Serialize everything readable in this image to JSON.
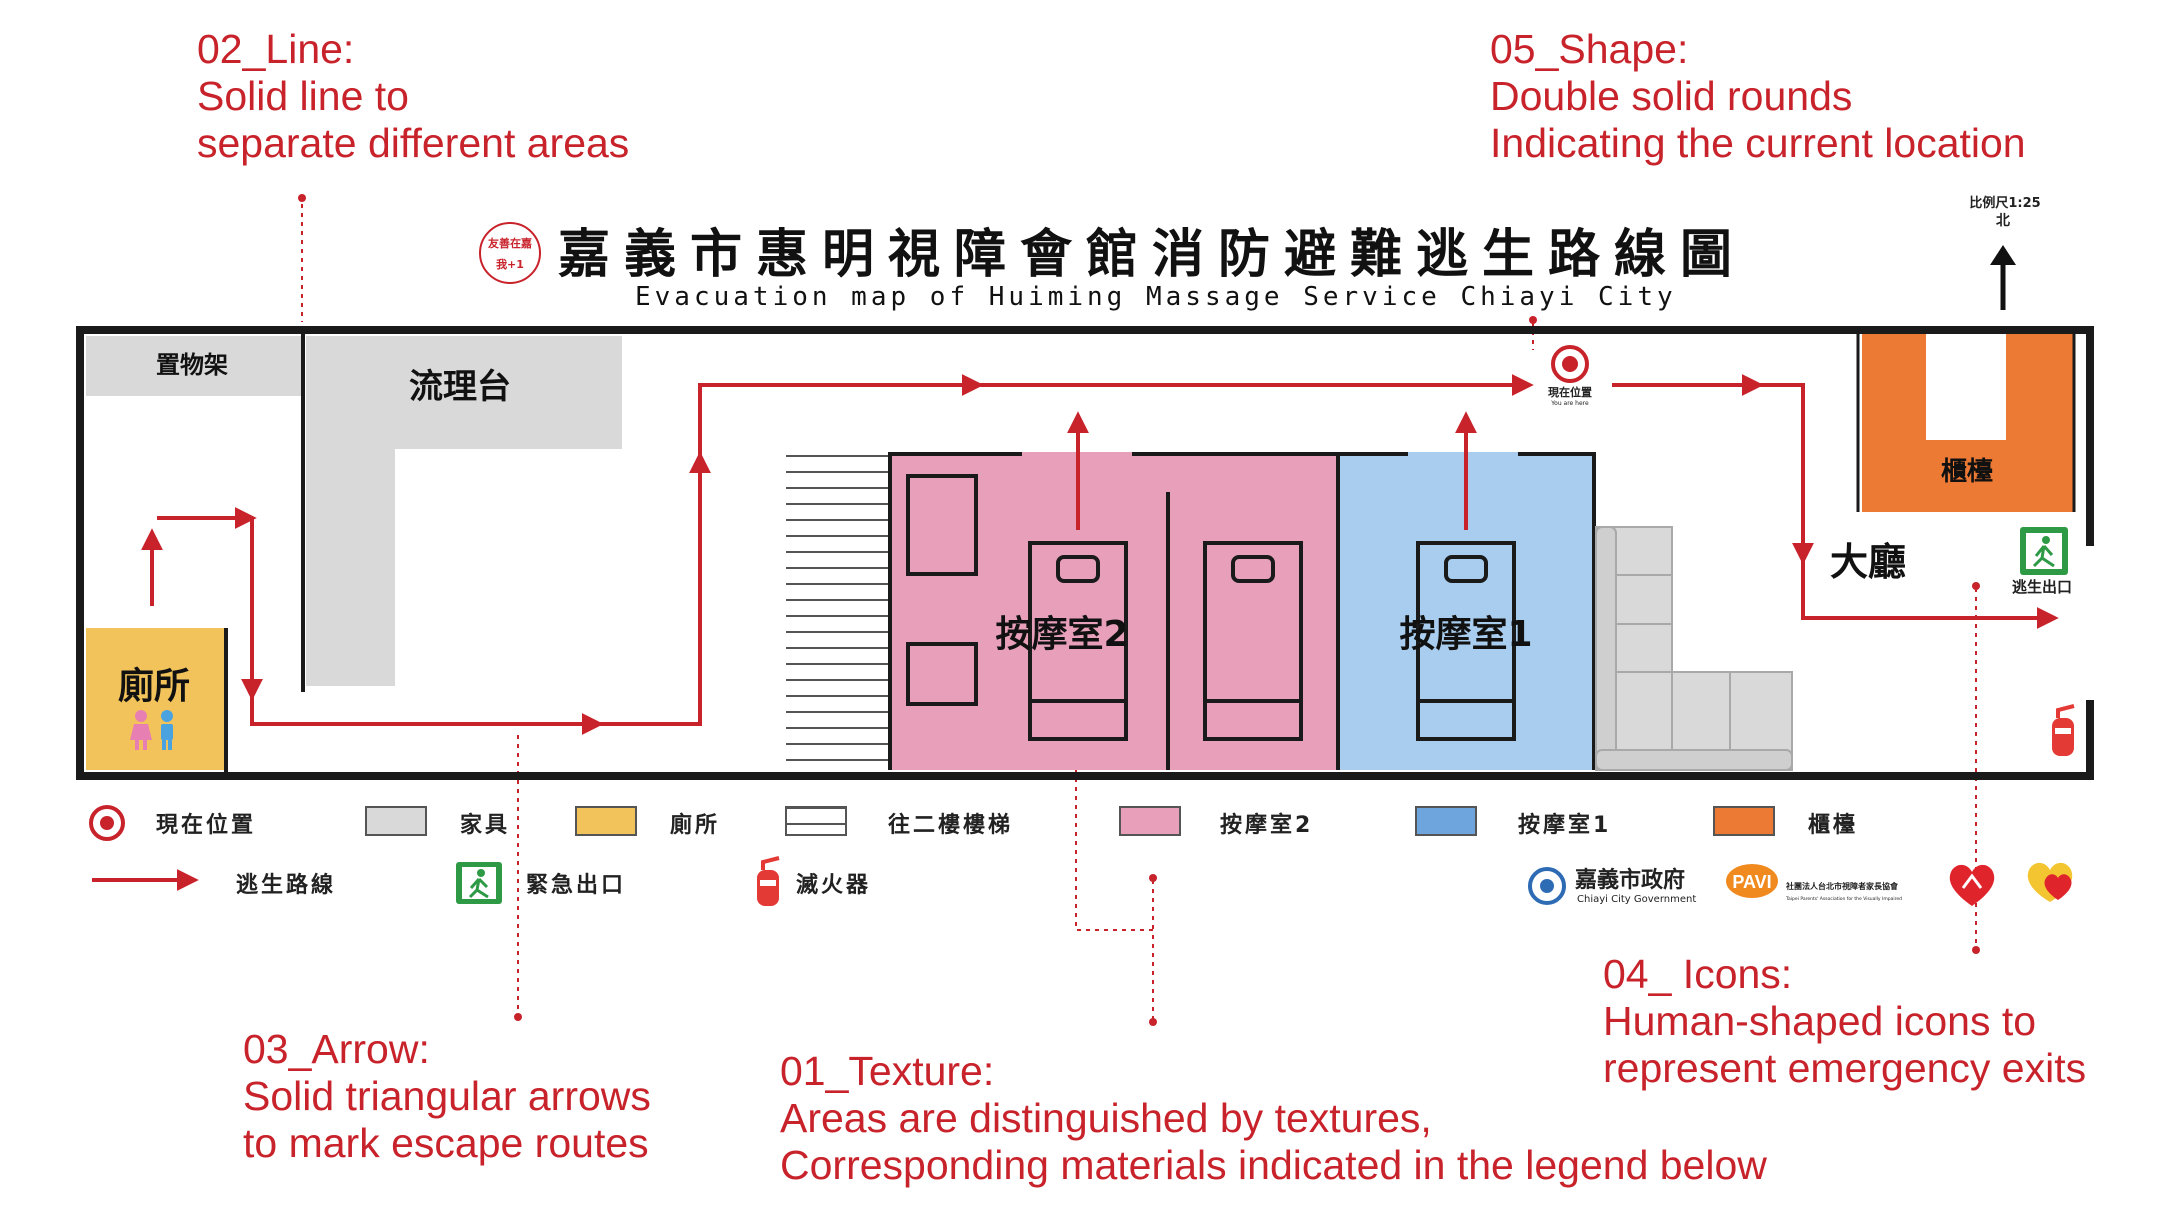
{
  "annotations": {
    "line": {
      "heading": "02_Line:",
      "l1": "Solid line to",
      "l2": "separate different areas"
    },
    "shape": {
      "heading": "05_Shape:",
      "l1": "Double solid rounds",
      "l2": "Indicating the current location"
    },
    "arrow": {
      "heading": "03_Arrow:",
      "l1": "Solid triangular arrows",
      "l2": "to mark escape routes"
    },
    "texture": {
      "heading": "01_Texture:",
      "l1": "Areas are distinguished by textures,",
      "l2": "Corresponding materials indicated in the legend below"
    },
    "icons": {
      "heading": "04_ Icons:",
      "l1": "Human-shaped icons to",
      "l2": "represent emergency exits"
    }
  },
  "header": {
    "title": "嘉義市惠明視障會館消防避難逃生路線圖",
    "subtitle": "Evacuation map of Huiming Massage Service Chiayi City",
    "badge_l1": "友善在嘉",
    "badge_l2": "我+1"
  },
  "compass": {
    "scale": "比例尺1:25",
    "north": "北"
  },
  "rooms": {
    "shelf": "置物架",
    "sink": "流理台",
    "toilet": "廁所",
    "massage2": "按摩室2",
    "massage1": "按摩室1",
    "counter": "櫃檯",
    "lobby": "大廳"
  },
  "you_are_here": {
    "zh": "現在位置",
    "en": "You are here"
  },
  "exit_label": "逃生出口",
  "legend": {
    "current": "現在位置",
    "furniture": "家具",
    "toilet": "廁所",
    "stairs": "往二樓樓梯",
    "massage2": "按摩室2",
    "massage1": "按摩室1",
    "counter": "櫃檯",
    "route": "逃生路線",
    "exit": "緊急出口",
    "extinguisher": "滅火器"
  },
  "logos": {
    "gov_zh": "嘉義市政府",
    "gov_en": "Chiayi City Government",
    "pavi": "PAVI",
    "pavi_zh": "社團法人台北市視障者家長協會",
    "pavi_en": "Taipei Parents' Association for the Visually Impaired"
  },
  "colors": {
    "accent_red": "#c8222b",
    "furniture_gray": "#d9d9d9",
    "toilet_yellow": "#f1c35a",
    "massage2_pink": "#e8a0ba",
    "massage1_blue": "#a8cdee",
    "counter_orange": "#ec7934",
    "exit_green": "#2e9a45",
    "wall": "#1a1a1a"
  },
  "icons": [
    "you-are-here-icon",
    "emergency-exit-icon",
    "fire-extinguisher-icon",
    "toilet-people-icon",
    "north-arrow-icon",
    "route-arrow-icon"
  ]
}
